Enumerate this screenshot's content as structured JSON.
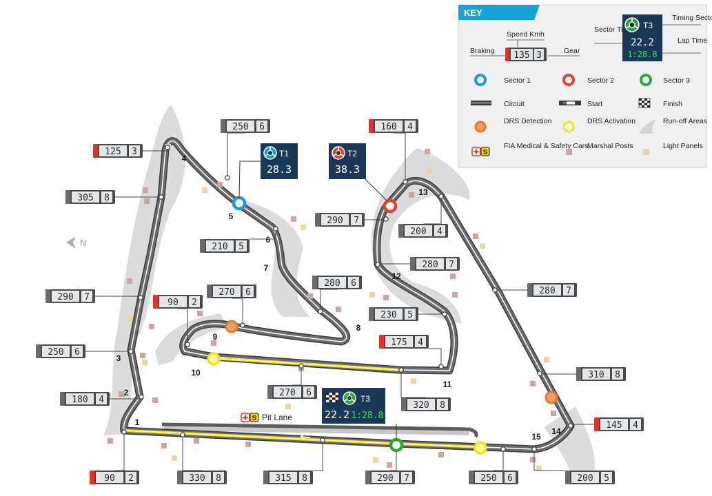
{
  "compass": {
    "label": "N",
    "icon": "north-arrow-icon"
  },
  "pit_lane": {
    "label": "Pit Lane",
    "icon": "medical-safety-car-icon"
  },
  "corners": [
    "1",
    "2",
    "3",
    "4",
    "5",
    "6",
    "7",
    "8",
    "9",
    "10",
    "11",
    "12",
    "13",
    "14",
    "15"
  ],
  "speed_boxes": [
    {
      "id": "c4-entry",
      "speed": "125",
      "gear": "3",
      "braking": true
    },
    {
      "id": "straight-back",
      "speed": "305",
      "gear": "8",
      "braking": false
    },
    {
      "id": "c5-approach",
      "speed": "250",
      "gear": "6",
      "braking": false
    },
    {
      "id": "c6",
      "speed": "210",
      "gear": "5",
      "braking": false
    },
    {
      "id": "c8-approach",
      "speed": "280",
      "gear": "6",
      "braking": false
    },
    {
      "id": "c9-exit",
      "speed": "270",
      "gear": "6",
      "braking": false
    },
    {
      "id": "c10-entry",
      "speed": "90",
      "gear": "2",
      "braking": true
    },
    {
      "id": "left-straight",
      "speed": "290",
      "gear": "7",
      "braking": false
    },
    {
      "id": "c3",
      "speed": "250",
      "gear": "6",
      "braking": false
    },
    {
      "id": "c2",
      "speed": "180",
      "gear": "4",
      "braking": false
    },
    {
      "id": "c1-entry",
      "speed": "90",
      "gear": "2",
      "braking": true
    },
    {
      "id": "main-straight-1",
      "speed": "330",
      "gear": "8",
      "braking": false
    },
    {
      "id": "main-straight-2",
      "speed": "315",
      "gear": "8",
      "braking": false
    },
    {
      "id": "main-straight-3",
      "speed": "290",
      "gear": "7",
      "braking": false
    },
    {
      "id": "main-straight-4",
      "speed": "250",
      "gear": "6",
      "braking": false
    },
    {
      "id": "c15",
      "speed": "200",
      "gear": "5",
      "braking": false
    },
    {
      "id": "c14-entry",
      "speed": "145",
      "gear": "4",
      "braking": true
    },
    {
      "id": "c14-approach",
      "speed": "310",
      "gear": "8",
      "braking": false
    },
    {
      "id": "c13-straight",
      "speed": "280",
      "gear": "7",
      "braking": false
    },
    {
      "id": "c13",
      "speed": "200",
      "gear": "4",
      "braking": false
    },
    {
      "id": "c13-entry",
      "speed": "160",
      "gear": "4",
      "braking": true
    },
    {
      "id": "c12",
      "speed": "280",
      "gear": "7",
      "braking": false
    },
    {
      "id": "c12-entry",
      "speed": "290",
      "gear": "7",
      "braking": false
    },
    {
      "id": "c11-entry",
      "speed": "175",
      "gear": "4",
      "braking": true
    },
    {
      "id": "c11-approach",
      "speed": "230",
      "gear": "5",
      "braking": false
    },
    {
      "id": "c11-exit",
      "speed": "320",
      "gear": "8",
      "braking": false
    },
    {
      "id": "c10-exit",
      "speed": "270",
      "gear": "6",
      "braking": false
    }
  ],
  "sectors": [
    {
      "label": "T1",
      "time": "28.3",
      "color": "#1a9ad6"
    },
    {
      "label": "T2",
      "time": "38.3",
      "color": "#e8412c"
    },
    {
      "label": "T3",
      "time": "22.2",
      "lap": "1:28.8",
      "color": "#2aa836"
    }
  ],
  "key": {
    "title": "KEY",
    "speed_label": "Speed Kmh",
    "braking_label": "Braking",
    "gear_label": "Gear",
    "sample_speed": "135",
    "sample_gear": "3",
    "sector_time_label": "Sector Time",
    "timing_sector_label": "Timing Sector",
    "lap_time_label": "Lap Time",
    "sample_tlabel": "T3",
    "sample_sector_time": "22.2",
    "sample_lap_time": "1:28.8",
    "sector1": "Sector 1",
    "sector2": "Sector 2",
    "sector3": "Sector 3",
    "circuit": "Circuit",
    "start": "Start",
    "finish": "Finish",
    "drs_detection": "DRS Detection",
    "drs_activation": "DRS Activation",
    "runoff": "Run-off Areas",
    "fia": "FIA Medical & Safety Cars",
    "marshal": "Marshal Posts",
    "light": "Light Panels",
    "colors": {
      "accent": "#17a3d4",
      "panel": "#19385a",
      "brake": "#e8302a",
      "lcd_green": "#39e34a",
      "track_dark": "#5b5d60",
      "drs": "#f2e21a",
      "runoff": "#d9d9d9",
      "marshal": "#c9a79e",
      "light": "#e8d6a8",
      "drs_detect": "#e8863a"
    }
  }
}
